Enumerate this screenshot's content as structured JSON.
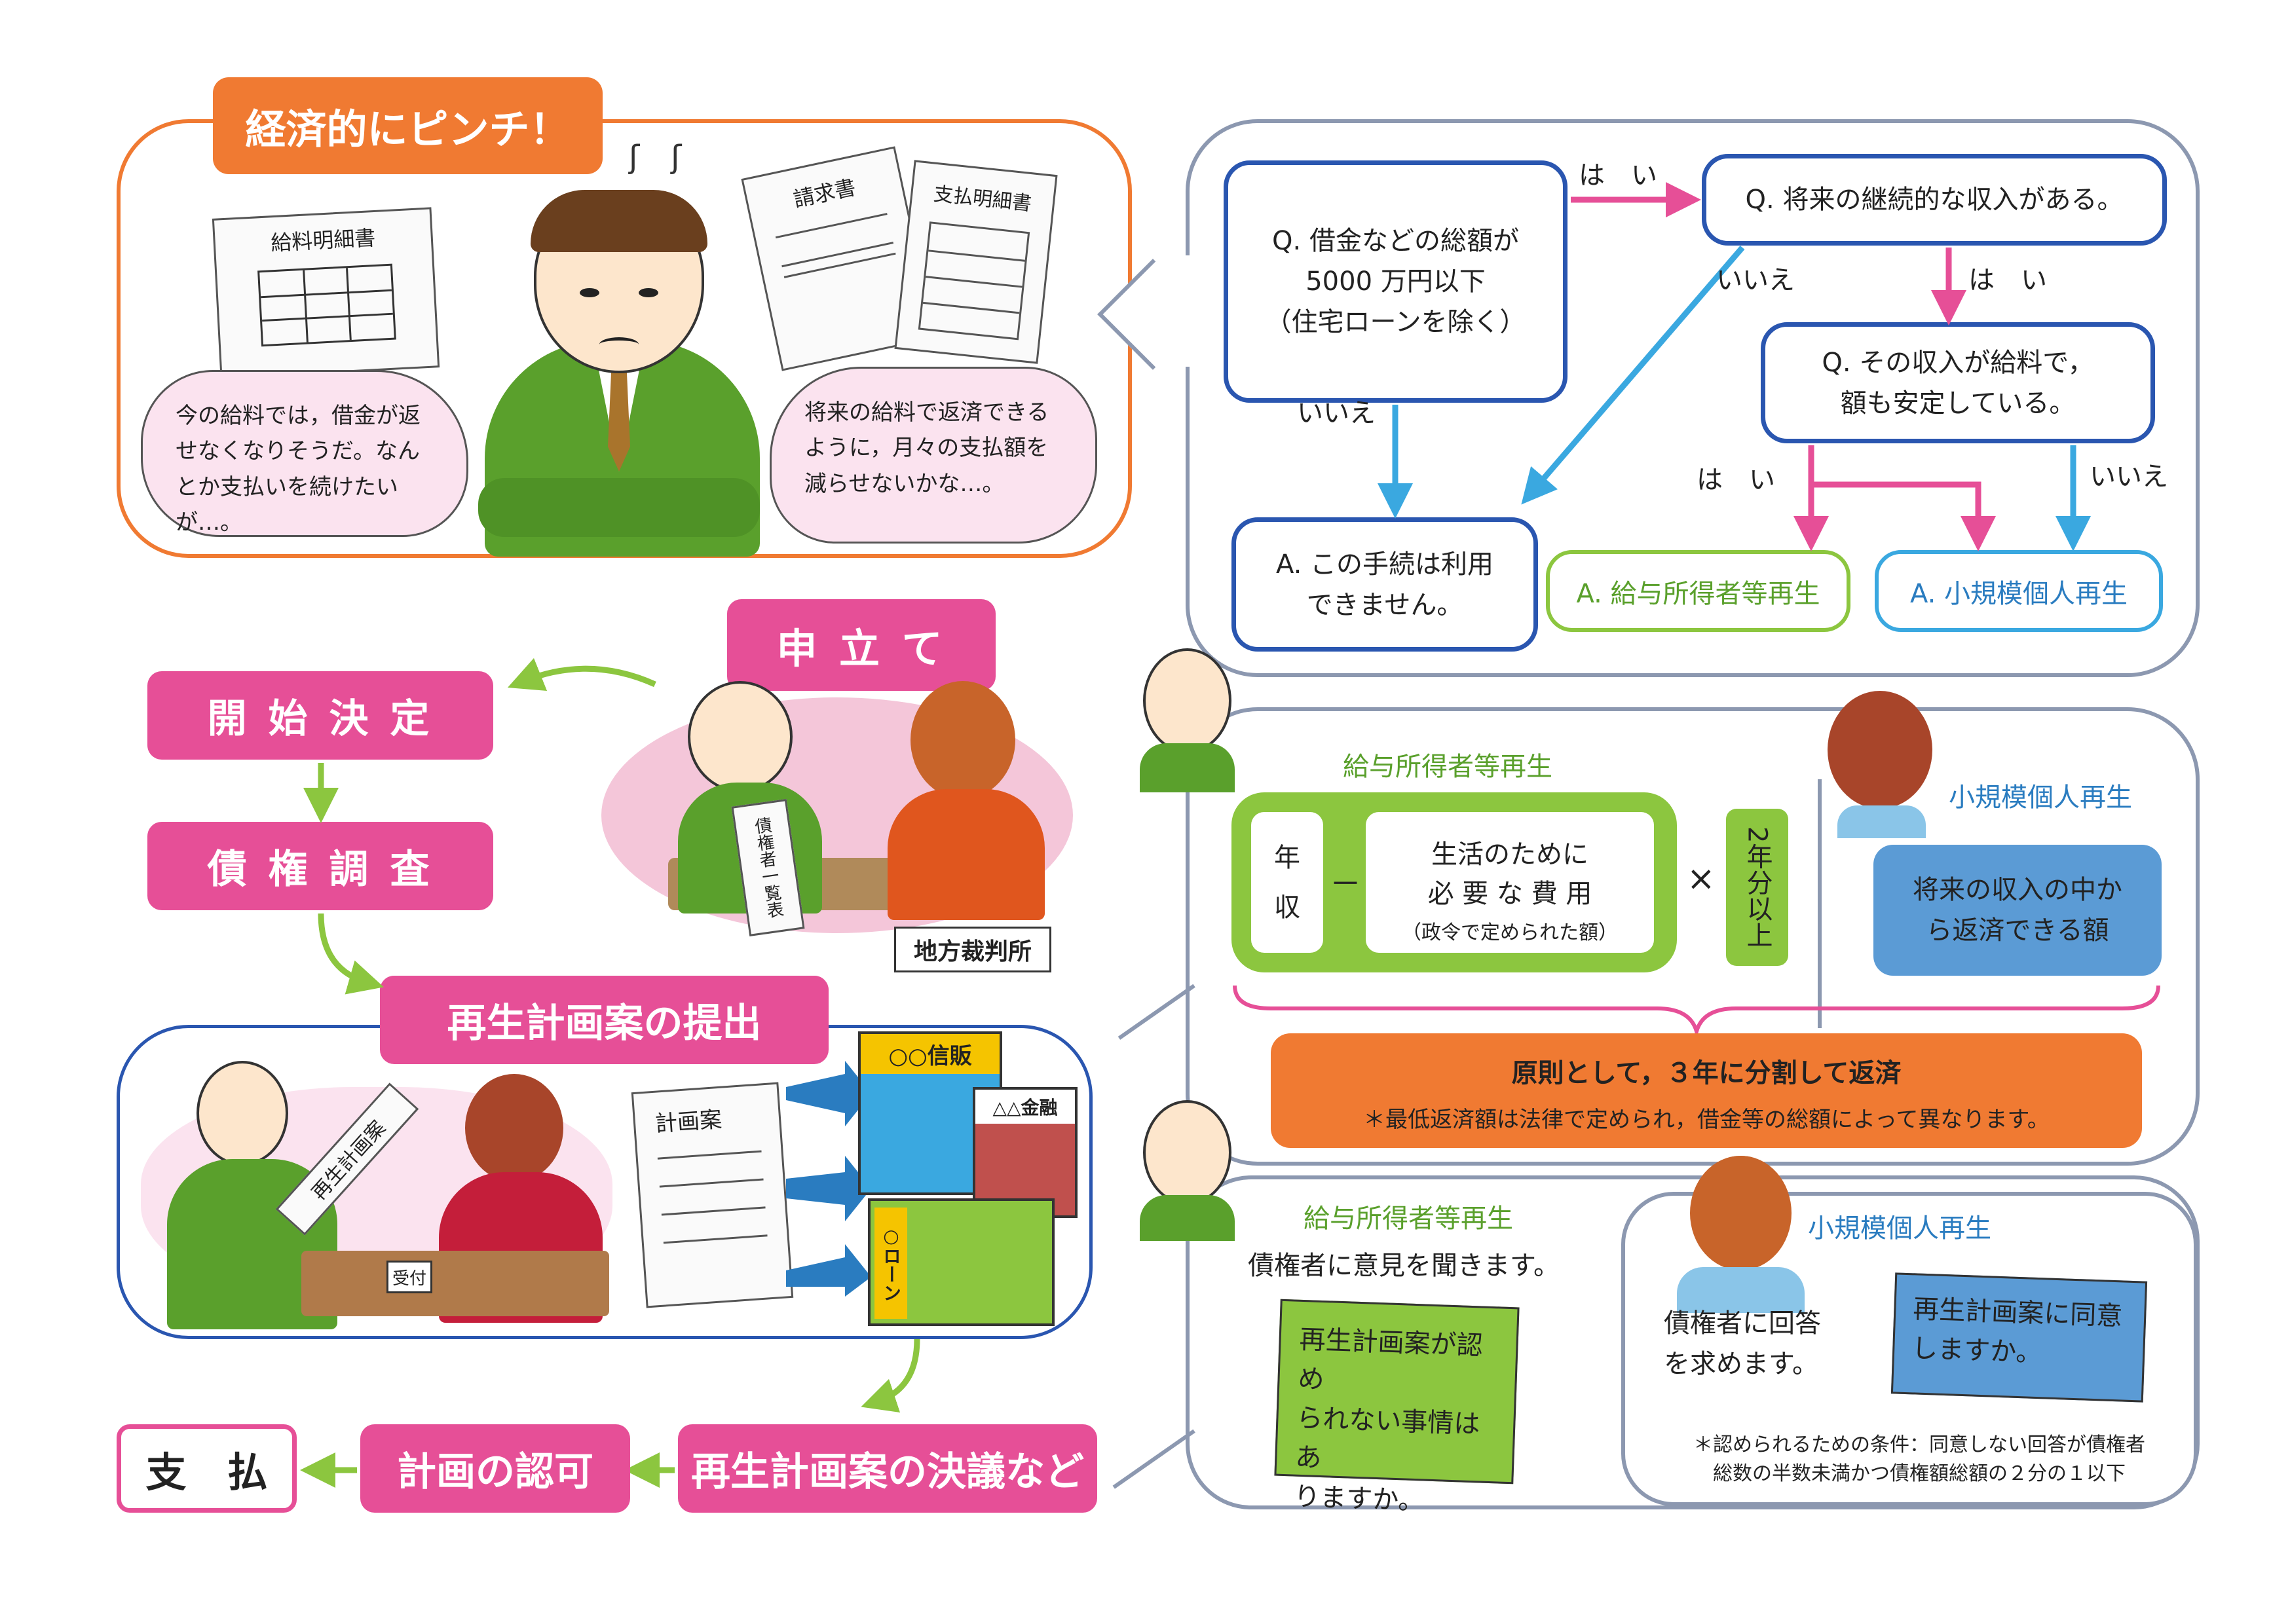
{
  "top_left": {
    "title": "経済的にピンチ！",
    "doc_payslip": "給料明細書",
    "doc_bill": "請求書",
    "doc_payment": "支払明細書",
    "bubble_left": "今の給料では，借金が返せなくなりそうだ。なんとか支払いを続けたいが…。",
    "bubble_right": "将来の給料で返済できるように，月々の支払額を減らせないかな…。"
  },
  "flow": {
    "q1": "Q. 借金などの総額が\n5000 万円以下\n（住宅ローンを除く）",
    "q2": "Q. 将来の継続的な収入がある。",
    "q3": "Q. その収入が給料で，\n額も安定している。",
    "yes1": "は　い",
    "yes2": "は　い",
    "yes3": "は　い",
    "no1": "いいえ",
    "no2": "いいえ",
    "no3": "いいえ",
    "a_no": "A. この手続は利用\nできません。",
    "a_salary": "A. 給与所得者等再生",
    "a_small": "A. 小規模個人再生"
  },
  "steps": {
    "apply": "申 立 て",
    "start": "開 始 決 定",
    "survey": "債 権 調 査",
    "submit": "再生計画案の提出",
    "resolution": "再生計画案の決議など",
    "approval": "計画の認可",
    "payment": "支　払",
    "court": "地方裁判所",
    "doc_creditors": "債権者一覧表",
    "doc_plan": "計画案",
    "doc_plan_held": "再生計画案",
    "reception": "受付",
    "bank": "○○信販",
    "finance": "△△金融",
    "loan": "○ローン"
  },
  "calc": {
    "salary_title": "給与所得者等再生",
    "small_title": "小規模個人再生",
    "income": "年\n収",
    "minus": "－",
    "expenses": "生活のために\n必 要 な 費 用",
    "expenses_note": "（政令で定められた額）",
    "times": "×",
    "two_years": "2年分以上",
    "small_amount": "将来の収入の中か\nら返済できる額",
    "principle": "原則として，３年に分割して返済",
    "principle_note": "＊最低返済額は法律で定められ，借金等の総額によって異なります。"
  },
  "vote": {
    "salary_title": "給与所得者等再生",
    "salary_text": "債権者に意見を聞きます。",
    "salary_question": "再生計画案が認め\nられない事情はあ\nりますか。",
    "small_title": "小規模個人再生",
    "small_text": "債権者に回答\nを求めます。",
    "small_question": "再生計画案に同意\nしますか。",
    "note": "＊認められるための条件：同意しない回答が債権者\n総数の半数未満かつ債権額総額の２分の１以下"
  },
  "colors": {
    "pink": "#e64f97",
    "orange": "#f07a32",
    "green": "#8cc63f",
    "blue": "#2a56b0",
    "lightblue": "#3aa8e0",
    "gray": "#8c98b0"
  }
}
